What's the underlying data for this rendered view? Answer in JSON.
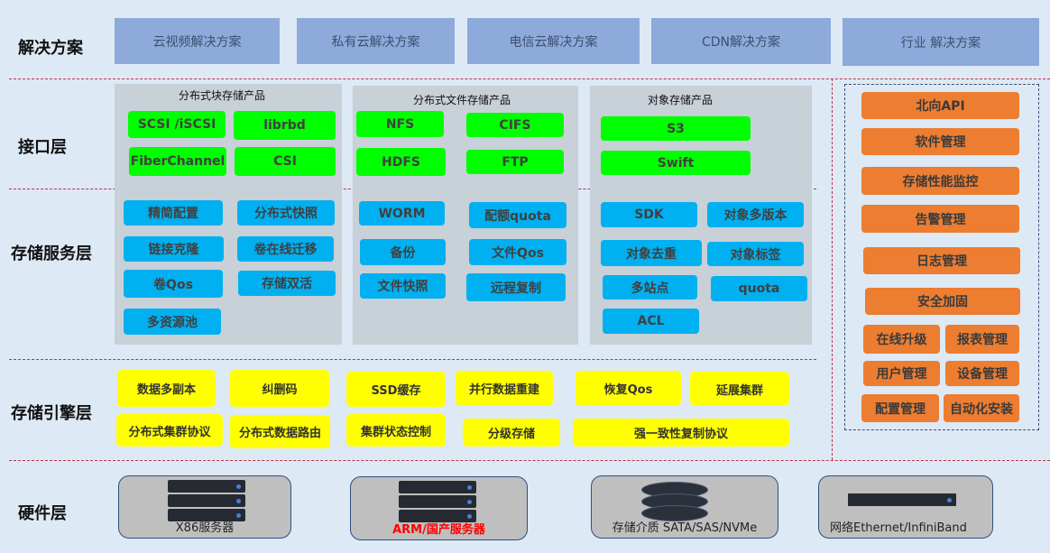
{
  "layers": [
    "解决方案",
    "接口层",
    "存储服务层",
    "存储引擎层",
    "硬件层"
  ],
  "solutions": [
    "云视频解决方案",
    "私有云解决方案",
    "电信云解决方案",
    "CDN解决方案",
    "行业 解决方案"
  ],
  "panels": [
    "分布式块存储产品",
    "分布式文件存储产品",
    "对象存储产品"
  ],
  "interfaces": {
    "block": [
      "SCSI /iSCSI",
      "librbd",
      "FiberChannel",
      "CSI"
    ],
    "file": [
      "NFS",
      "CIFS",
      "HDFS",
      "FTP"
    ],
    "object": [
      "S3",
      "Swift"
    ]
  },
  "services": {
    "block": [
      "精简配置",
      "分布式快照",
      "链接克隆",
      "卷在线迁移",
      "卷Qos",
      "存储双活",
      "多资源池"
    ],
    "file": [
      "WORM",
      "配额quota",
      "备份",
      "文件Qos",
      "文件快照",
      "远程复制"
    ],
    "object": [
      "SDK",
      "对象多版本",
      "对象去重",
      "对象标签",
      "多站点",
      "quota",
      "ACL"
    ]
  },
  "management": [
    "北向API",
    "软件管理",
    "存储性能监控",
    "告警管理",
    "日志管理",
    "安全加固",
    "在线升级",
    "报表管理",
    "用户管理",
    "设备管理",
    "配置管理",
    "自动化安装"
  ],
  "engine": [
    "数据多副本",
    "纠删码",
    "SSD缓存",
    "并行数据重建",
    "恢复Qos",
    "延展集群",
    "分布式集群协议",
    "分布式数据路由",
    "集群状态控制",
    "分级存储",
    "强一致性复制协议"
  ],
  "hardware": [
    "X86服务器",
    "ARM/国产服务器",
    "存储介质 SATA/SAS/NVMe",
    "网络Ethernet/InfiniBand"
  ],
  "colors": {
    "interface": "#00ff00",
    "service": "#00b0f0",
    "management": "#ed7d31",
    "engine": "#ffff00",
    "arm_text": "#ff0000"
  }
}
